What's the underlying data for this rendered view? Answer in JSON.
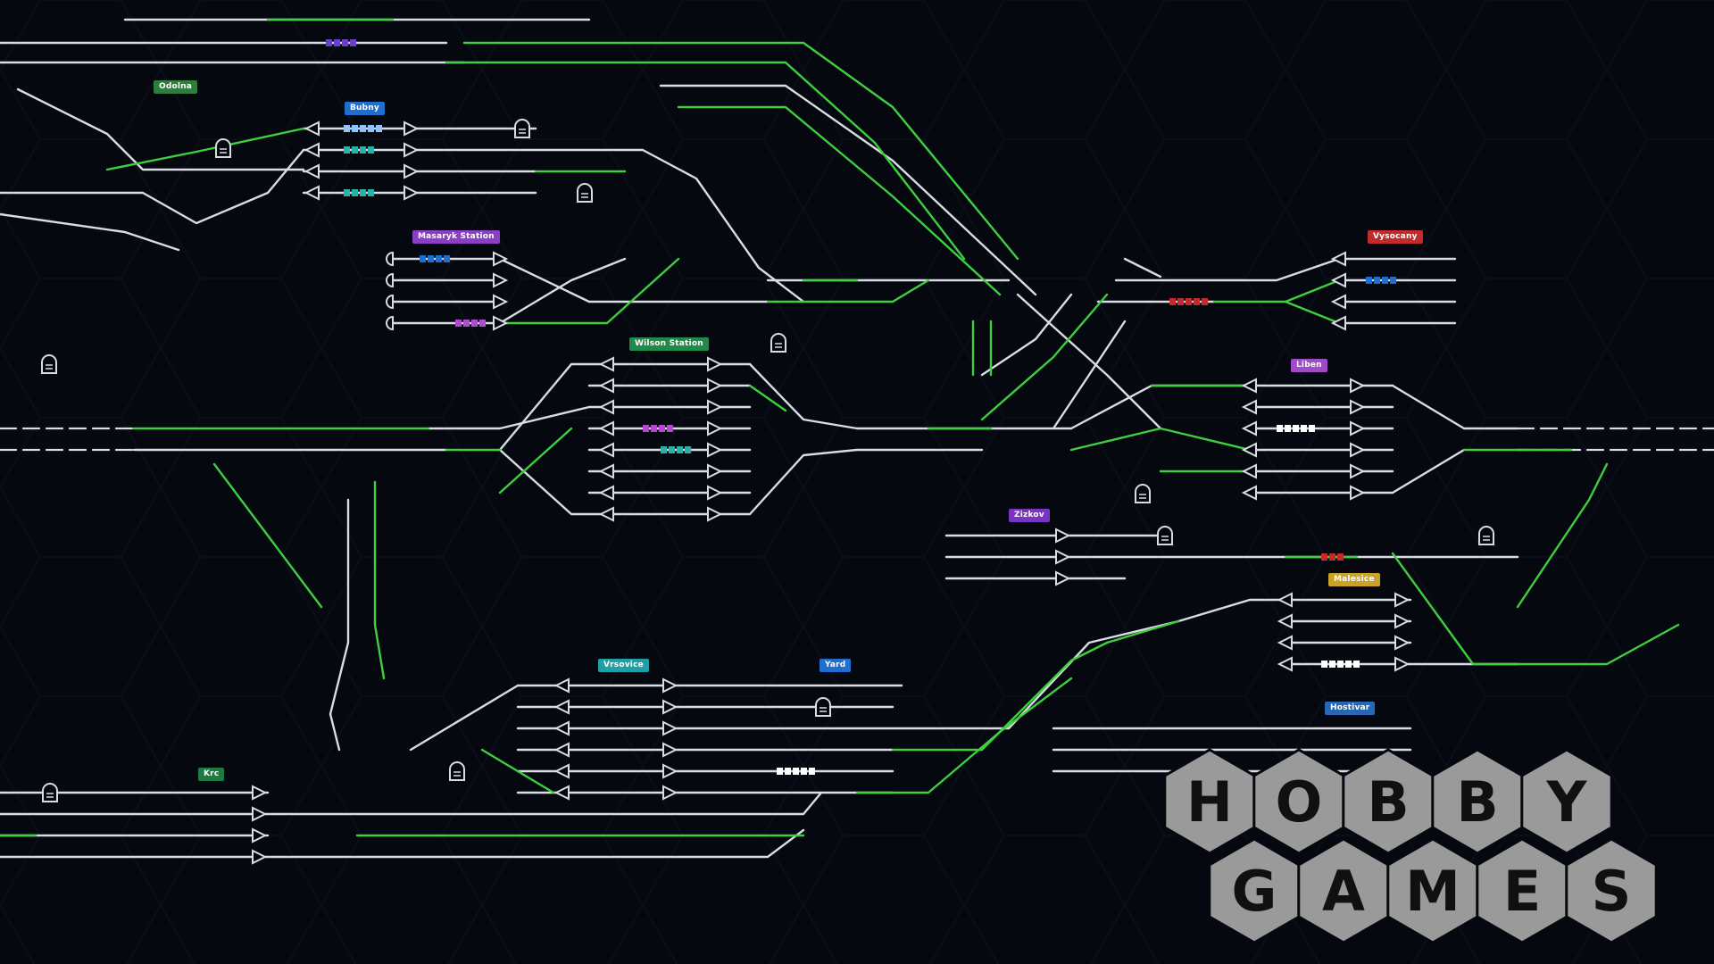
{
  "game": {
    "colors": {
      "background": "#05080f",
      "track": "#d9dde3",
      "route_green": "#3ecf3e",
      "signal_red": "#e23a3a",
      "hex_watermark": "#9a9a9a"
    },
    "stations": [
      {
        "name": "Odolna",
        "color": "#2e7d3a"
      },
      {
        "name": "Bubny",
        "color": "#1e6fd0"
      },
      {
        "name": "Masaryk Station",
        "color": "#8b3fc4"
      },
      {
        "name": "Wilson Station",
        "color": "#1f8a4a"
      },
      {
        "name": "Vysocany",
        "color": "#c42a2a"
      },
      {
        "name": "Liben",
        "color": "#a04ac8"
      },
      {
        "name": "Zizkov",
        "color": "#7a34c4"
      },
      {
        "name": "Malesice",
        "color": "#c9a227"
      },
      {
        "name": "Vrsovice",
        "color": "#1fa0a6"
      },
      {
        "name": "Yard",
        "color": "#1e6fd0"
      },
      {
        "name": "Hostivar",
        "color": "#2767b8"
      },
      {
        "name": "Krc",
        "color": "#1f7a42"
      }
    ],
    "icons": {
      "signal": "signal-icon",
      "depot": "depot-icon",
      "train": "train-icon"
    }
  },
  "watermark": {
    "row1": [
      "H",
      "O",
      "B",
      "B",
      "Y"
    ],
    "row2": [
      "G",
      "A",
      "M",
      "E",
      "S"
    ]
  }
}
